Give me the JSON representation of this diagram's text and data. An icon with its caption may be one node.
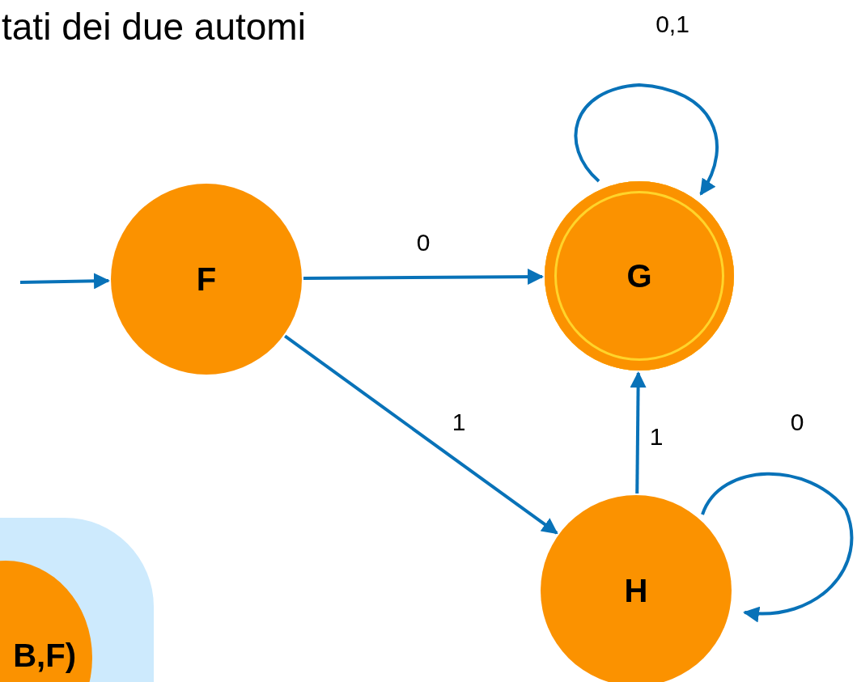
{
  "diagram": {
    "title": "tati dei due automi",
    "nodes": [
      {
        "text": [
          "F"
        ]
      },
      {
        "text": [
          "G"
        ]
      },
      {
        "text": [
          "H"
        ]
      },
      {
        "text": [],
        "shape": "box"
      },
      {
        "text": [
          "B,F)"
        ],
        "in": 3
      }
    ],
    "edges": [
      {
        "from": null,
        "to": 0,
        "arrow": "to"
      },
      {
        "from": 0,
        "to": 1,
        "arrow": "to",
        "label": "0"
      },
      {
        "from": 0,
        "to": 2,
        "arrow": "to",
        "label": "1"
      },
      {
        "from": 2,
        "to": 1,
        "arrow": "to",
        "label": "1"
      },
      {
        "from": 1,
        "to": 1,
        "arrow": "to",
        "label": "0,1"
      },
      {
        "from": 2,
        "to": 2,
        "arrow": "to",
        "label": "0"
      }
    ]
  }
}
